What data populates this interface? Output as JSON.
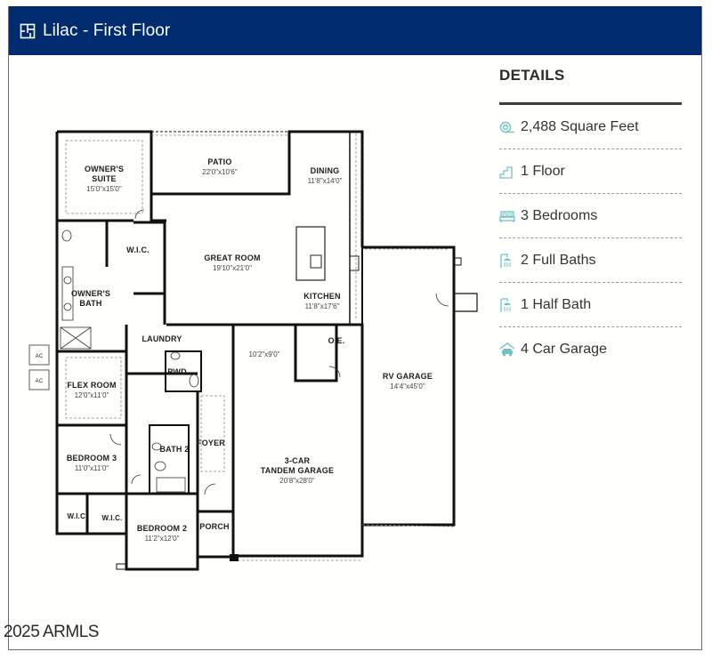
{
  "header": {
    "title": "Lilac - First Floor",
    "icon": "floorplan-icon",
    "background_color": "#002c6f"
  },
  "details": {
    "title": "DETAILS",
    "accent_color": "#6fc2c7",
    "items": [
      {
        "icon": "tape-measure-icon",
        "label": "2,488 Square Feet"
      },
      {
        "icon": "stairs-icon",
        "label": "1 Floor"
      },
      {
        "icon": "bed-icon",
        "label": "3 Bedrooms"
      },
      {
        "icon": "shower-icon",
        "label": "2 Full Baths"
      },
      {
        "icon": "shower-icon",
        "label": "1 Half Bath"
      },
      {
        "icon": "garage-icon",
        "label": "4 Car Garage"
      }
    ]
  },
  "floorplan": {
    "rooms": [
      {
        "name": "OWNER'S",
        "name2": "SUITE",
        "dim": "15'0\"x15'0\""
      },
      {
        "name": "PATIO",
        "dim": "22'0\"x10'6\""
      },
      {
        "name": "DINING",
        "dim": "11'8\"x14'0\""
      },
      {
        "name": "W.I.C.",
        "dim": ""
      },
      {
        "name": "GREAT ROOM",
        "dim": "19'10\"x21'0\""
      },
      {
        "name": "OWNER'S",
        "name2": "BATH",
        "dim": ""
      },
      {
        "name": "KITCHEN",
        "dim": "11'8\"x17'6\""
      },
      {
        "name": "LAUNDRY",
        "dim": ""
      },
      {
        "name": "O.E.",
        "dim": ""
      },
      {
        "name": "",
        "dim": "10'2\"x9'0\""
      },
      {
        "name": "PWD",
        "dim": ""
      },
      {
        "name": "FLEX ROOM",
        "dim": "12'0\"x11'0\""
      },
      {
        "name": "RV GARAGE",
        "dim": "14'4\"x45'0\""
      },
      {
        "name": "FOYER",
        "dim": ""
      },
      {
        "name": "BATH 2",
        "dim": ""
      },
      {
        "name": "BEDROOM 3",
        "dim": "11'0\"x11'0\""
      },
      {
        "name": "3-CAR",
        "name2": "TANDEM GARAGE",
        "dim": "20'8\"x28'0\""
      },
      {
        "name": "W.I.C.",
        "dim": ""
      },
      {
        "name": "W.I.C.",
        "dim": ""
      },
      {
        "name": "PORCH",
        "dim": ""
      },
      {
        "name": "BEDROOM 2",
        "dim": "11'2\"x12'0\""
      }
    ],
    "ac_units": [
      {
        "label": "AC"
      },
      {
        "label": "AC"
      }
    ]
  },
  "watermark": "2025 ARMLS"
}
